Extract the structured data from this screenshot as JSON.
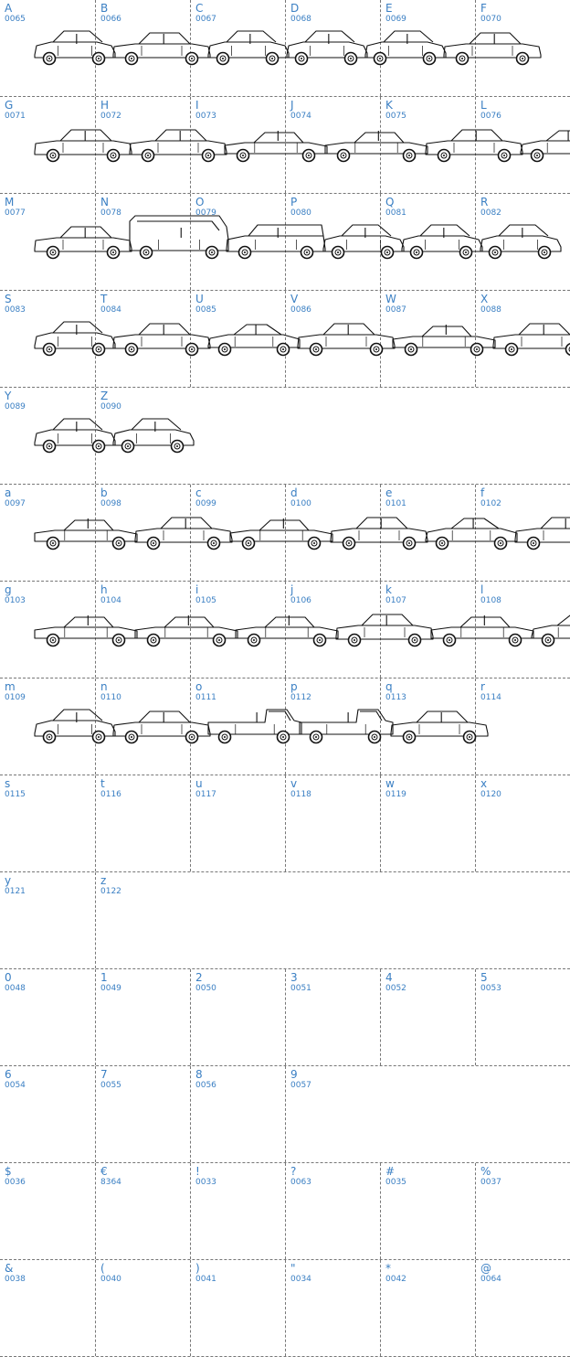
{
  "rows": [
    {
      "cells": [
        {
          "char": "A",
          "code": "0065"
        },
        {
          "char": "B",
          "code": "0066"
        },
        {
          "char": "C",
          "code": "0067"
        },
        {
          "char": "D",
          "code": "0068"
        },
        {
          "char": "E",
          "code": "0069"
        },
        {
          "char": "F",
          "code": "0070"
        }
      ],
      "cars": [
        "hatch",
        "sedan",
        "hatch",
        "hatch",
        "hatch",
        "sedan"
      ]
    },
    {
      "cells": [
        {
          "char": "G",
          "code": "0071"
        },
        {
          "char": "H",
          "code": "0072"
        },
        {
          "char": "I",
          "code": "0073"
        },
        {
          "char": "J",
          "code": "0074"
        },
        {
          "char": "K",
          "code": "0075"
        },
        {
          "char": "L",
          "code": "0076"
        }
      ],
      "cars": [
        "sedan",
        "sedan",
        "long",
        "long",
        "sedan",
        "coupe"
      ]
    },
    {
      "cells": [
        {
          "char": "M",
          "code": "0077"
        },
        {
          "char": "N",
          "code": "0078"
        },
        {
          "char": "O",
          "code": "0079"
        },
        {
          "char": "P",
          "code": "0080"
        },
        {
          "char": "Q",
          "code": "0081"
        },
        {
          "char": "R",
          "code": "0082"
        }
      ],
      "cars": [
        "sedan",
        "van",
        "wagon",
        "hatch",
        "hatch",
        "hatch"
      ]
    },
    {
      "cells": [
        {
          "char": "S",
          "code": "0083"
        },
        {
          "char": "T",
          "code": "0084"
        },
        {
          "char": "U",
          "code": "0085"
        },
        {
          "char": "V",
          "code": "0086"
        },
        {
          "char": "W",
          "code": "0087"
        },
        {
          "char": "X",
          "code": "0088"
        }
      ],
      "cars": [
        "hatch",
        "sedan",
        "coupe",
        "sedan",
        "long",
        "sedan"
      ]
    },
    {
      "cells": [
        {
          "char": "Y",
          "code": "0089"
        },
        {
          "char": "Z",
          "code": "0090"
        }
      ],
      "cars": [
        "hatch",
        "hatch"
      ]
    },
    {
      "cells": [
        {
          "char": "a",
          "code": "0097"
        },
        {
          "char": "b",
          "code": "0098"
        },
        {
          "char": "c",
          "code": "0099"
        },
        {
          "char": "d",
          "code": "0100"
        },
        {
          "char": "e",
          "code": "0101"
        },
        {
          "char": "f",
          "code": "0102"
        }
      ],
      "cars": [
        "long",
        "sedan",
        "long",
        "sedan",
        "coupe",
        "sedan"
      ]
    },
    {
      "cells": [
        {
          "char": "g",
          "code": "0103"
        },
        {
          "char": "h",
          "code": "0104"
        },
        {
          "char": "i",
          "code": "0105"
        },
        {
          "char": "j",
          "code": "0106"
        },
        {
          "char": "k",
          "code": "0107"
        },
        {
          "char": "l",
          "code": "0108"
        }
      ],
      "cars": [
        "long",
        "long",
        "long",
        "sedan",
        "long",
        "coupe"
      ]
    },
    {
      "cells": [
        {
          "char": "m",
          "code": "0109"
        },
        {
          "char": "n",
          "code": "0110"
        },
        {
          "char": "o",
          "code": "0111"
        },
        {
          "char": "p",
          "code": "0112"
        },
        {
          "char": "q",
          "code": "0113"
        },
        {
          "char": "r",
          "code": "0114"
        }
      ],
      "cars": [
        "hatch",
        "sedan",
        "pickup",
        "pickup",
        "sedan"
      ]
    },
    {
      "cells": [
        {
          "char": "s",
          "code": "0115"
        },
        {
          "char": "t",
          "code": "0116"
        },
        {
          "char": "u",
          "code": "0117"
        },
        {
          "char": "v",
          "code": "0118"
        },
        {
          "char": "w",
          "code": "0119"
        },
        {
          "char": "x",
          "code": "0120"
        }
      ],
      "cars": []
    },
    {
      "cells": [
        {
          "char": "y",
          "code": "0121"
        },
        {
          "char": "z",
          "code": "0122"
        }
      ],
      "cars": []
    },
    {
      "cells": [
        {
          "char": "0",
          "code": "0048"
        },
        {
          "char": "1",
          "code": "0049"
        },
        {
          "char": "2",
          "code": "0050"
        },
        {
          "char": "3",
          "code": "0051"
        },
        {
          "char": "4",
          "code": "0052"
        },
        {
          "char": "5",
          "code": "0053"
        }
      ],
      "cars": []
    },
    {
      "cells": [
        {
          "char": "6",
          "code": "0054"
        },
        {
          "char": "7",
          "code": "0055"
        },
        {
          "char": "8",
          "code": "0056"
        },
        {
          "char": "9",
          "code": "0057"
        }
      ],
      "cars": []
    },
    {
      "cells": [
        {
          "char": "$",
          "code": "0036"
        },
        {
          "char": "€",
          "code": "8364"
        },
        {
          "char": "!",
          "code": "0033"
        },
        {
          "char": "?",
          "code": "0063"
        },
        {
          "char": "#",
          "code": "0035"
        },
        {
          "char": "%",
          "code": "0037"
        }
      ],
      "cars": []
    },
    {
      "cells": [
        {
          "char": "&",
          "code": "0038"
        },
        {
          "char": "(",
          "code": "0040"
        },
        {
          "char": ")",
          "code": "0041"
        },
        {
          "char": "\"",
          "code": "0034"
        },
        {
          "char": "*",
          "code": "0042"
        },
        {
          "char": "@",
          "code": "0064"
        }
      ],
      "cars": []
    }
  ],
  "colors": {
    "label": "#3a7fc3",
    "line": "#777777",
    "ink": "#111111"
  }
}
